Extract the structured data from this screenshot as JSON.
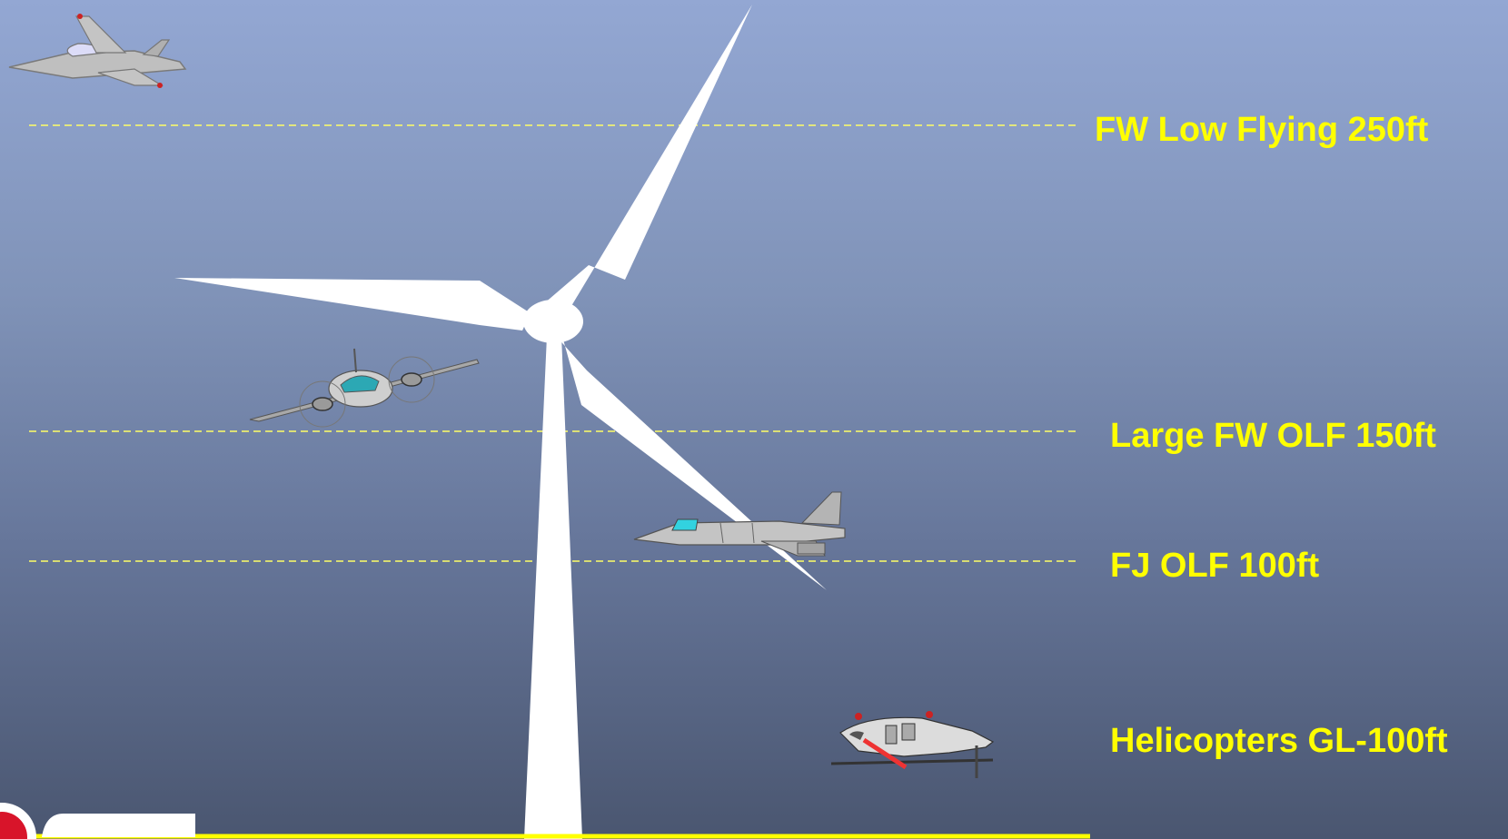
{
  "levels": [
    {
      "label": "FW Low Flying 250ft"
    },
    {
      "label": "Large FW OLF 150ft"
    },
    {
      "label": "FJ OLF 100ft"
    },
    {
      "label": "Helicopters GL-100ft"
    }
  ],
  "colors": {
    "sky_top": "#93a7d3",
    "sky_bottom": "#4a5670",
    "label_text": "#ffff00",
    "dashed_line": "#ffff66",
    "turbine": "#ffffff",
    "ground_line": "#ffff00",
    "roundel_red": "#d8142a"
  },
  "icons": {
    "top_jet": "fighter-jet-icon",
    "prop_plane": "twin-prop-aircraft-icon",
    "fast_jet": "swing-wing-jet-icon",
    "helicopter": "helicopter-icon",
    "turbine": "wind-turbine-icon",
    "logo": "raf-roundel-icon"
  }
}
